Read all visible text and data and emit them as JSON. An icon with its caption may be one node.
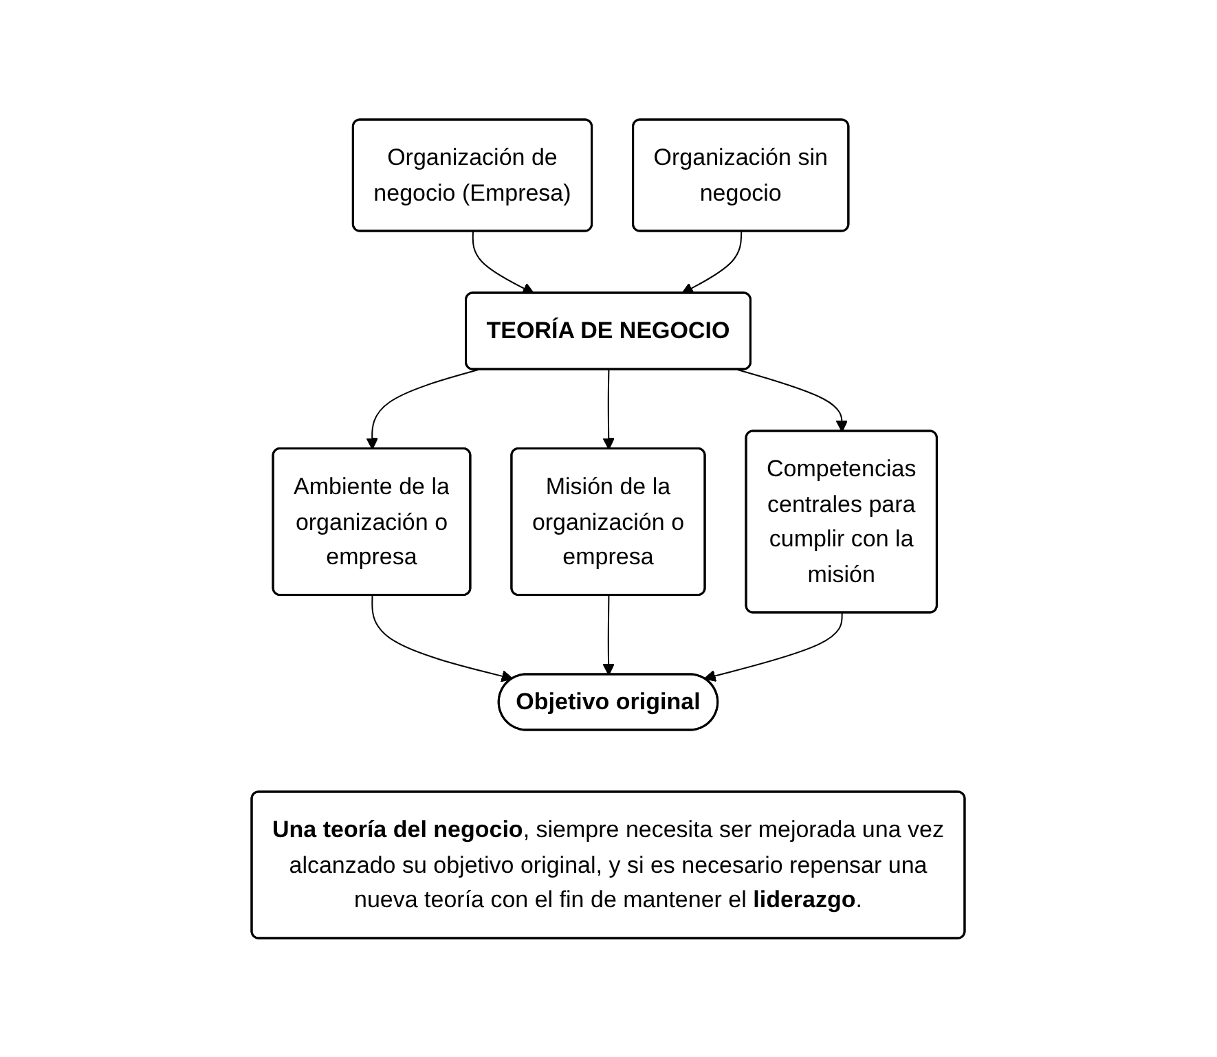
{
  "diagram": {
    "nodes": [
      {
        "text": [
          "Organización de negocio (Empresa)"
        ]
      },
      {
        "text": [
          "Organización sin negocio"
        ]
      },
      {
        "text": [
          "TEORÍA DE NEGOCIO"
        ]
      },
      {
        "text": [
          "Ambiente de la organización o empresa"
        ]
      },
      {
        "text": [
          "Misión de la organización o empresa"
        ]
      },
      {
        "text": [
          "Competencias centrales para cumplir con la misión"
        ]
      },
      {
        "text": [
          "Objetivo original"
        ]
      },
      {
        "text": [
          "**Una teoría del negocio**, siempre necesita ser mejorada una vez alcanzado su objetivo original, y si es necesario repensar una nueva teoría con el fin de mantener el **liderazgo**."
        ]
      }
    ],
    "edges": [
      {
        "from": 0,
        "to": 2,
        "arrow": "to"
      },
      {
        "from": 1,
        "to": 2,
        "arrow": "to"
      },
      {
        "from": 2,
        "to": 3,
        "arrow": "to"
      },
      {
        "from": 2,
        "to": 4,
        "arrow": "to"
      },
      {
        "from": 2,
        "to": 5,
        "arrow": "to"
      },
      {
        "from": 3,
        "to": 6,
        "arrow": "to"
      },
      {
        "from": 4,
        "to": 6,
        "arrow": "to"
      },
      {
        "from": 5,
        "to": 6,
        "arrow": "to"
      }
    ]
  }
}
